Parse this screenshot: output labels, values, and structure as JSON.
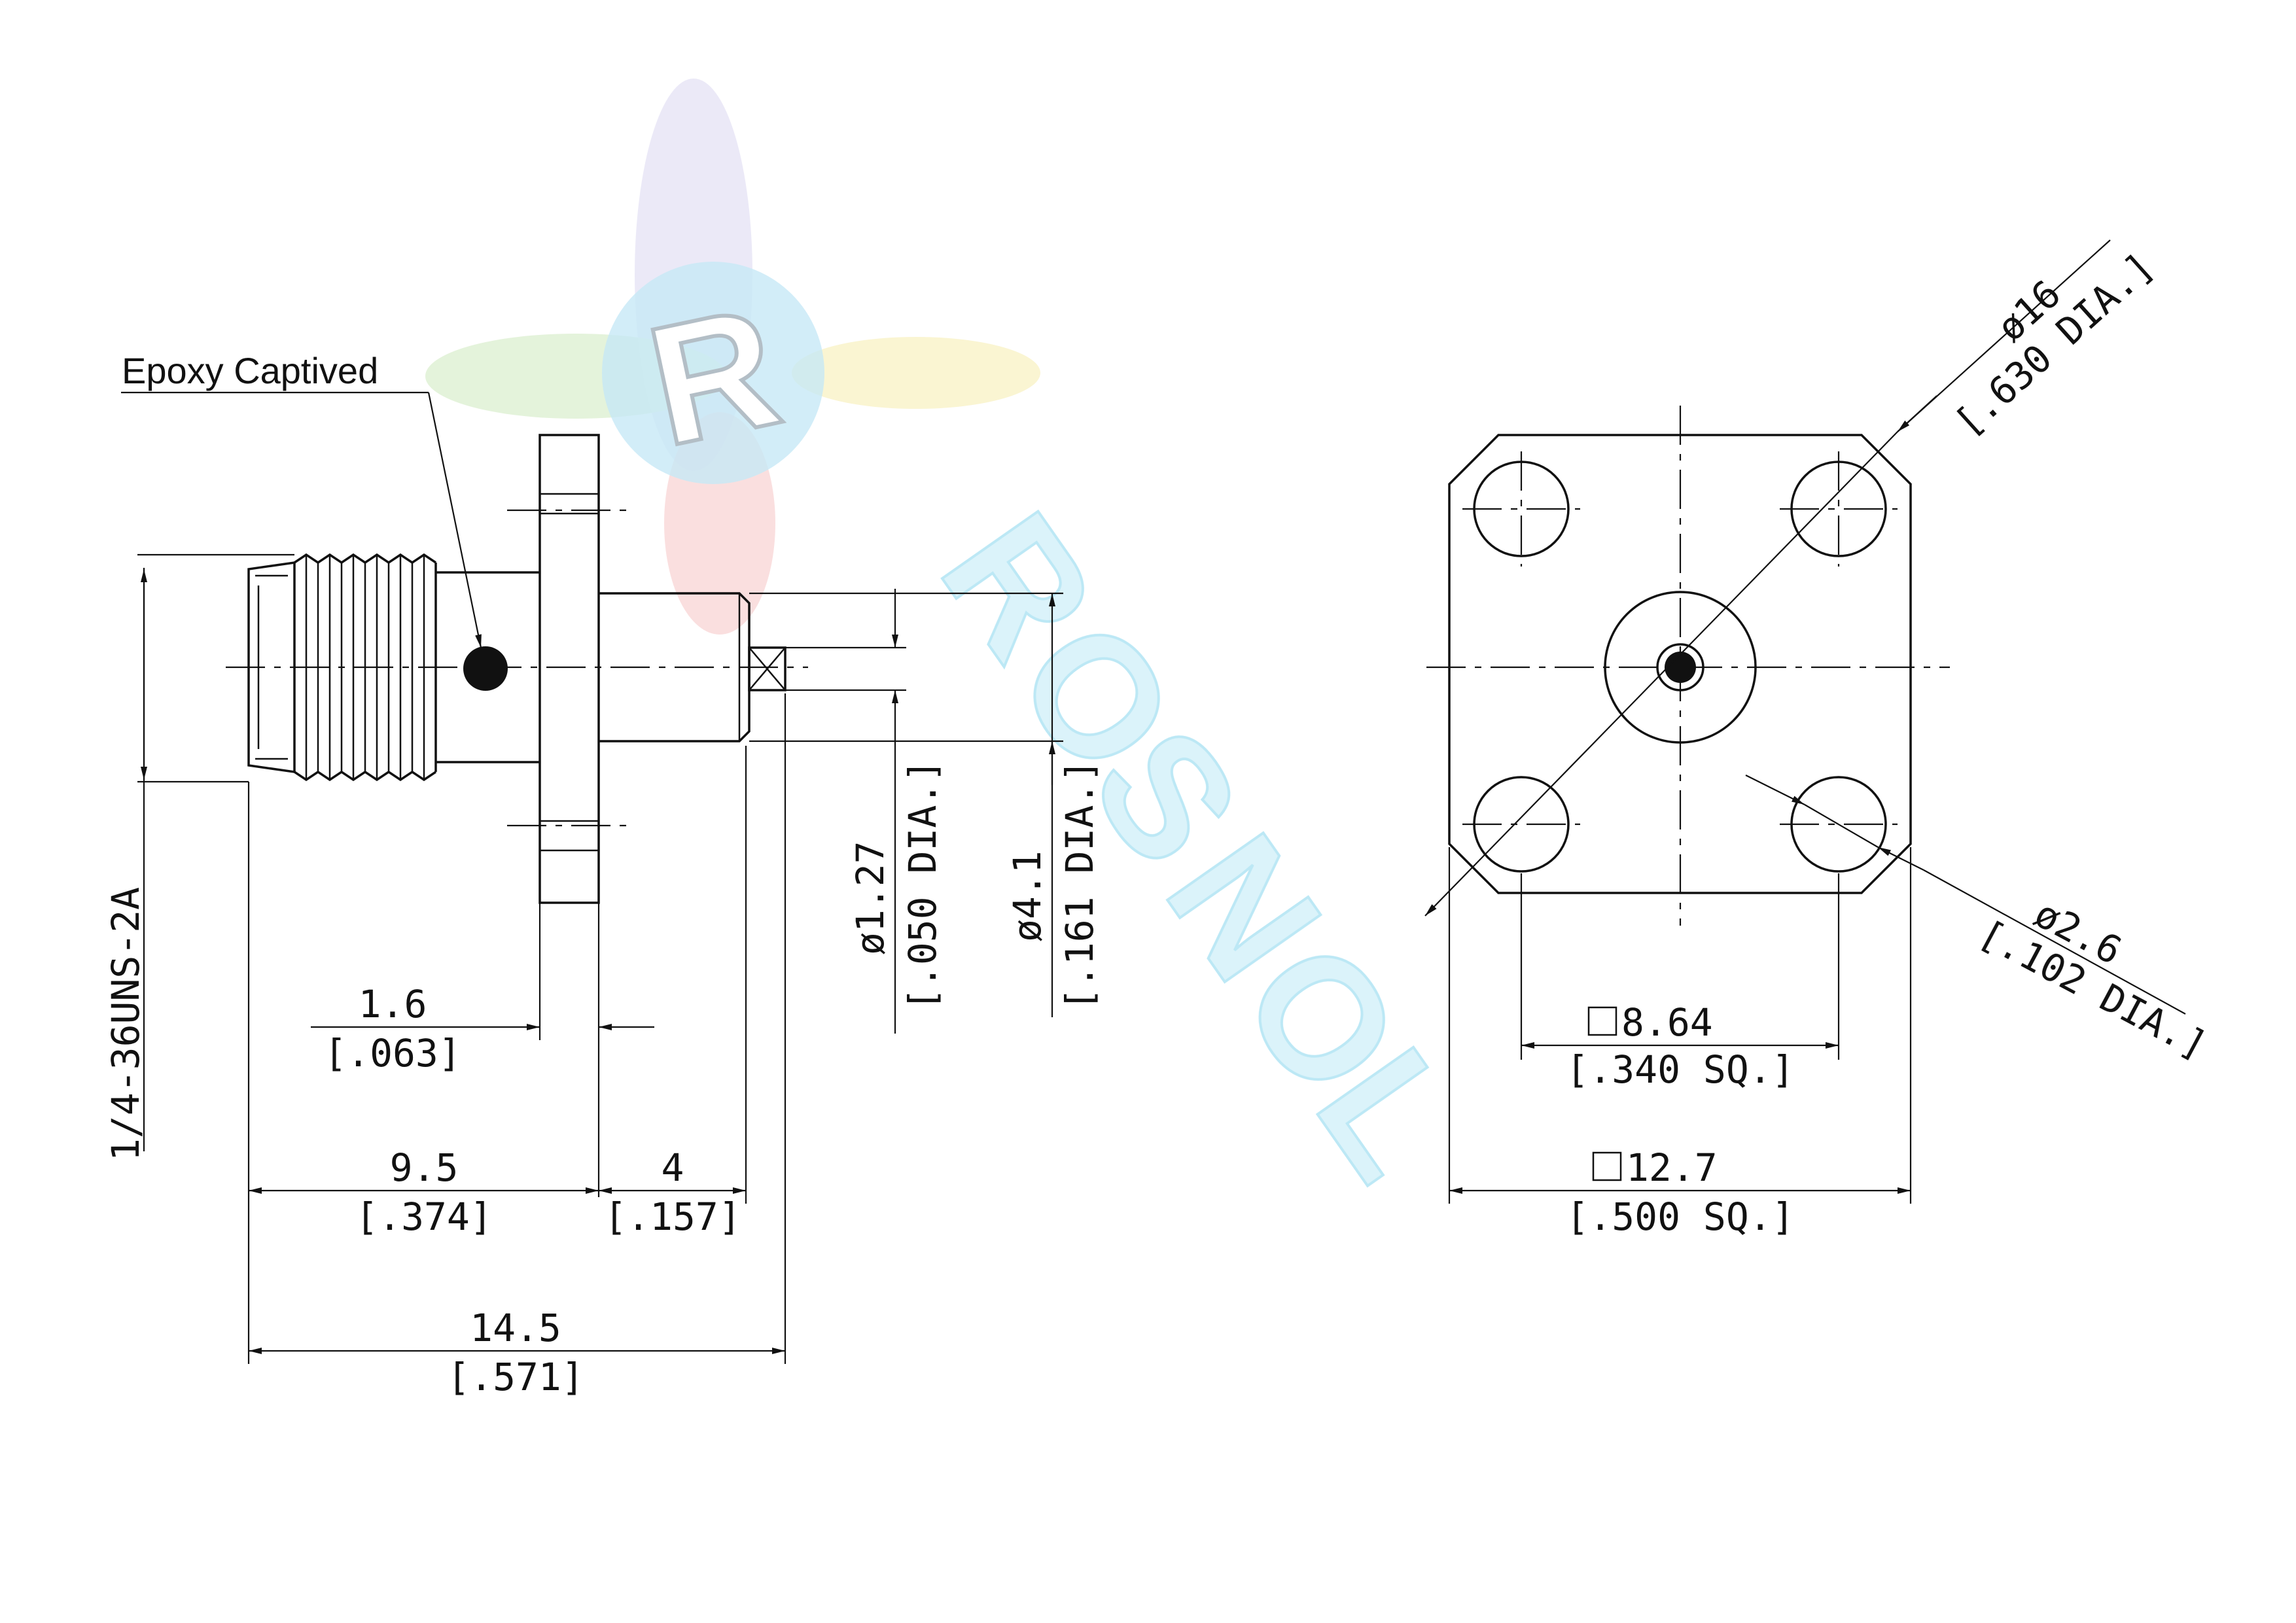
{
  "watermark": {
    "logo_letter": "R",
    "word_letters": [
      "R",
      "O",
      "S",
      "N",
      "O",
      "L"
    ],
    "colors": {
      "blue": "#8fd3ef",
      "green": "#b7dca3",
      "yellow": "#f3e79a",
      "red": "#f1a3a3",
      "purple": "#b9b5dd"
    }
  },
  "side_view": {
    "label": "Epoxy Captived",
    "thread": "1/4-36UNS-2A",
    "dims": [
      {
        "mm": "1.6",
        "in": "[.063]"
      },
      {
        "mm": "9.5",
        "in": "[.374]"
      },
      {
        "mm": "4",
        "in": "[.157]"
      },
      {
        "mm": "14.5",
        "in": "[.571]"
      }
    ],
    "pin_dia": {
      "mm": "ø1.27",
      "in": "[.050 DIA.]"
    },
    "body_dia": {
      "mm": "ø4.1",
      "in": "[.161 DIA.]"
    }
  },
  "front_view": {
    "bolt_circle": {
      "mm": "ø16",
      "in": "[.630 DIA.]"
    },
    "hole_dia": {
      "mm": "ø2.6",
      "in": "[.102 DIA.]"
    },
    "hole_spacing": {
      "mm": "8.64",
      "in": "[.340 SQ.]"
    },
    "flange": {
      "mm": "12.7",
      "in": "[.500 SQ.]"
    }
  }
}
